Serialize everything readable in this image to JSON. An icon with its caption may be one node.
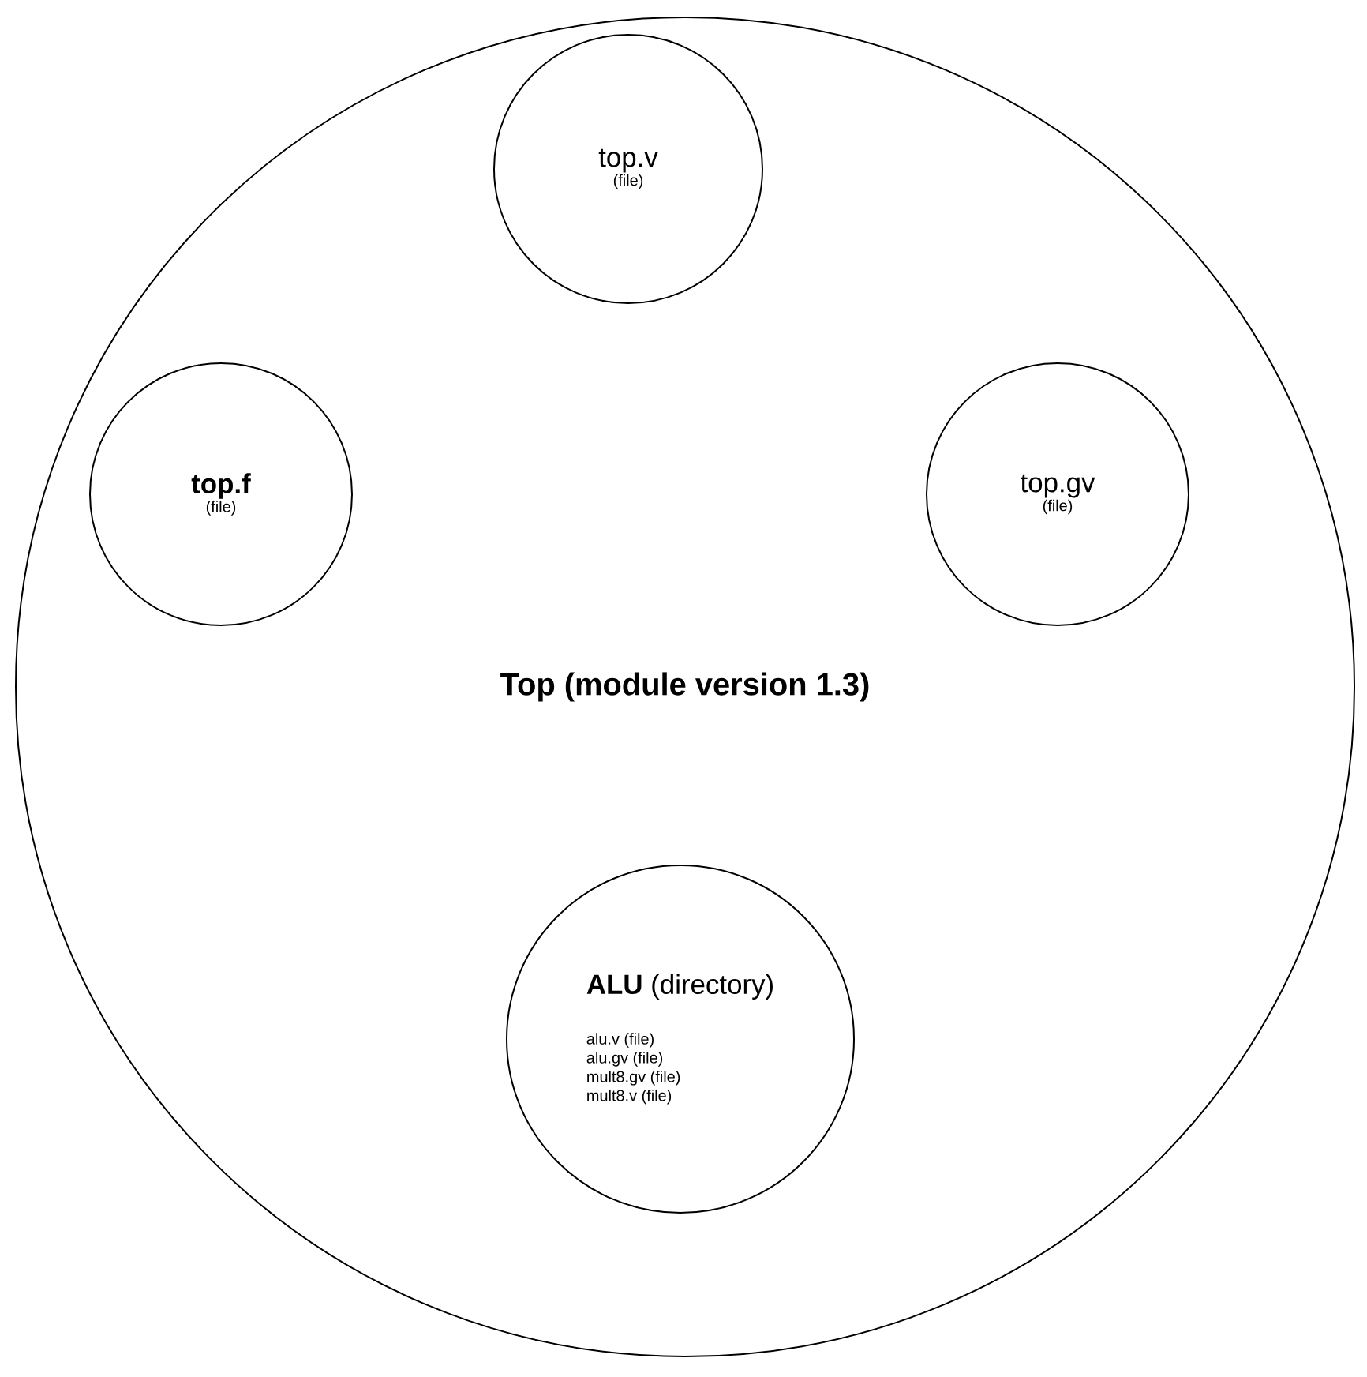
{
  "diagram": {
    "nodes": [
      {
        "text": [
          "Top (module version 1.3)"
        ]
      },
      {
        "text": [
          "top.v",
          "(file)"
        ],
        "in": 0
      },
      {
        "text": [
          "**top.f**",
          "(file)"
        ],
        "in": 0
      },
      {
        "text": [
          "top.gv",
          "(file)"
        ],
        "in": 0
      },
      {
        "text": [
          "**ALU** (directory)",
          "alu.v (file)",
          "alu.gv (file)",
          "mult8.gv (file)",
          "mult8.v (file)"
        ],
        "in": 0
      }
    ]
  }
}
